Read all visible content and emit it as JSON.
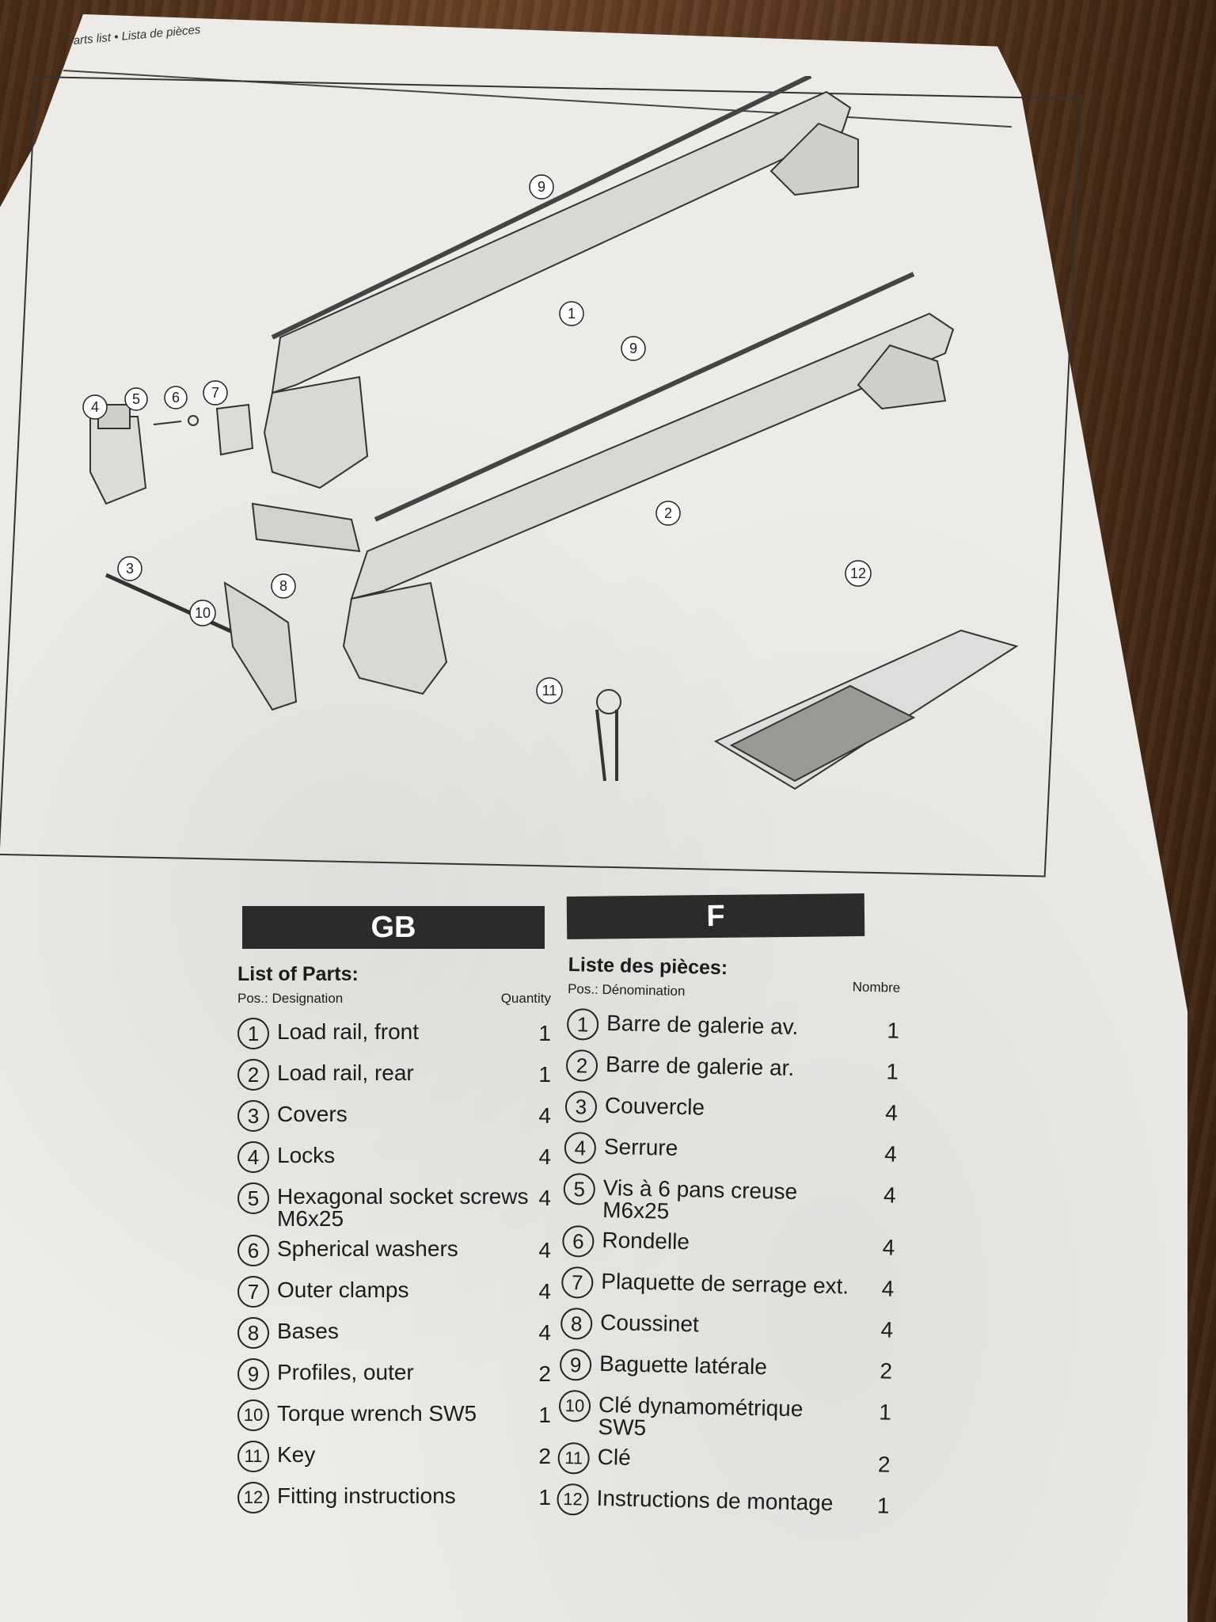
{
  "header": {
    "text": "Parts list • Lista de pièces"
  },
  "diagram": {
    "callouts": [
      "1",
      "2",
      "3",
      "4",
      "5",
      "6",
      "7",
      "8",
      "9",
      "9",
      "10",
      "11",
      "12"
    ]
  },
  "gb": {
    "lang": "GB",
    "title": "List of Parts:",
    "pos_label": "Pos.: Designation",
    "qty_label": "Quantity",
    "items": [
      {
        "n": "1",
        "name": "Load rail, front",
        "qty": "1"
      },
      {
        "n": "2",
        "name": "Load rail, rear",
        "qty": "1"
      },
      {
        "n": "3",
        "name": "Covers",
        "qty": "4"
      },
      {
        "n": "4",
        "name": "Locks",
        "qty": "4"
      },
      {
        "n": "5",
        "name": "Hexagonal socket screws",
        "name2": "M6x25",
        "qty": "4"
      },
      {
        "n": "6",
        "name": "Spherical washers",
        "qty": "4"
      },
      {
        "n": "7",
        "name": "Outer clamps",
        "qty": "4"
      },
      {
        "n": "8",
        "name": "Bases",
        "qty": "4"
      },
      {
        "n": "9",
        "name": "Profiles, outer",
        "qty": "2"
      },
      {
        "n": "10",
        "name": "Torque wrench SW5",
        "qty": "1"
      },
      {
        "n": "11",
        "name": "Key",
        "qty": "2"
      },
      {
        "n": "12",
        "name": "Fitting instructions",
        "qty": "1"
      }
    ]
  },
  "fr": {
    "lang": "F",
    "title": "Liste des pièces:",
    "pos_label": "Pos.: Dénomination",
    "qty_label": "Nombre",
    "items": [
      {
        "n": "1",
        "name": "Barre de galerie av.",
        "qty": "1"
      },
      {
        "n": "2",
        "name": "Barre de galerie ar.",
        "qty": "1"
      },
      {
        "n": "3",
        "name": "Couvercle",
        "qty": "4"
      },
      {
        "n": "4",
        "name": "Serrure",
        "qty": "4"
      },
      {
        "n": "5",
        "name": "Vis à 6 pans creuse",
        "name2": "M6x25",
        "qty": "4"
      },
      {
        "n": "6",
        "name": "Rondelle",
        "qty": "4"
      },
      {
        "n": "7",
        "name": "Plaquette de serrage ext.",
        "qty": "4"
      },
      {
        "n": "8",
        "name": "Coussinet",
        "qty": "4"
      },
      {
        "n": "9",
        "name": "Baguette latérale",
        "qty": "2"
      },
      {
        "n": "10",
        "name": "Clé dynamométrique",
        "name2": "SW5",
        "qty": "1"
      },
      {
        "n": "11",
        "name": "Clé",
        "qty": "2"
      },
      {
        "n": "12",
        "name": "Instructions de montage",
        "qty": "1"
      }
    ]
  }
}
